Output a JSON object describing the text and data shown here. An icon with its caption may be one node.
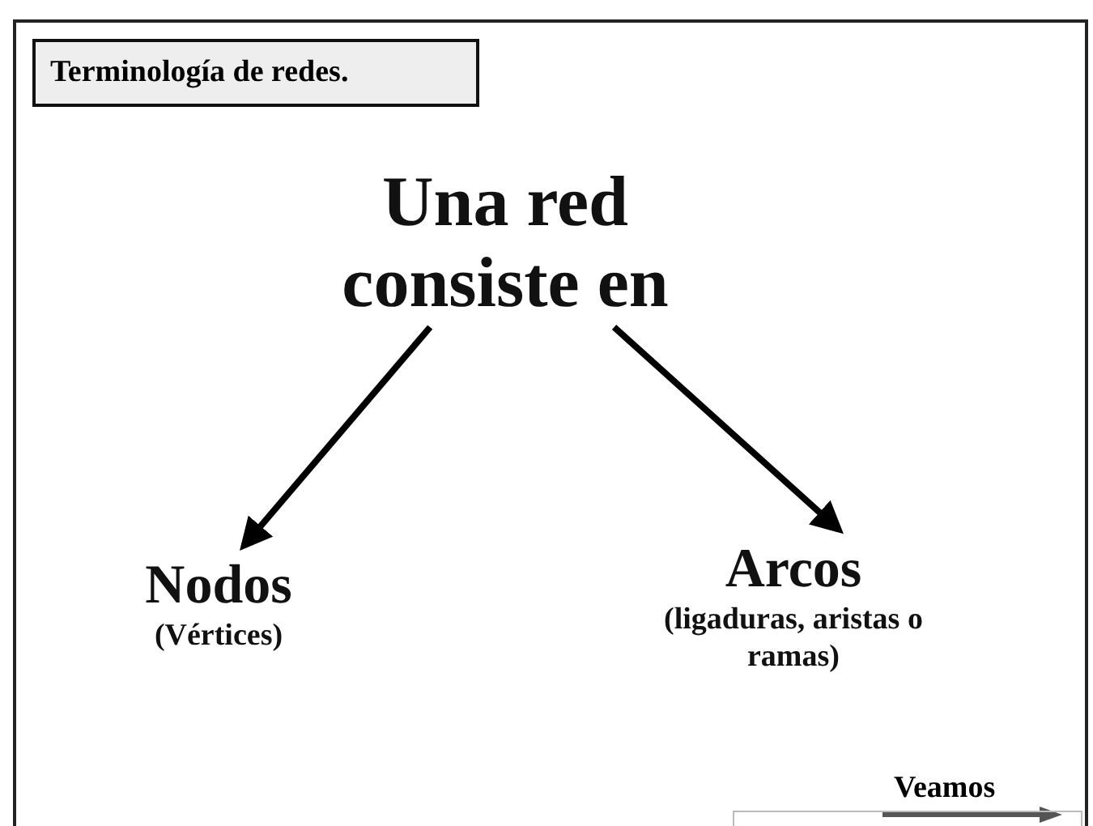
{
  "diagram": {
    "title": "Terminología de redes.",
    "nodes": [
      {
        "text": [
          "Una red consiste en"
        ]
      },
      {
        "text": [
          "Nodos",
          "(Vértices)"
        ]
      },
      {
        "text": [
          "Arcos",
          "(ligaduras, aristas o ramas)"
        ]
      }
    ],
    "edges": [
      {
        "from": 0,
        "to": 1,
        "arrow": "to"
      },
      {
        "from": 0,
        "to": 2,
        "arrow": "to"
      }
    ],
    "labels": [
      "Veamos"
    ]
  }
}
